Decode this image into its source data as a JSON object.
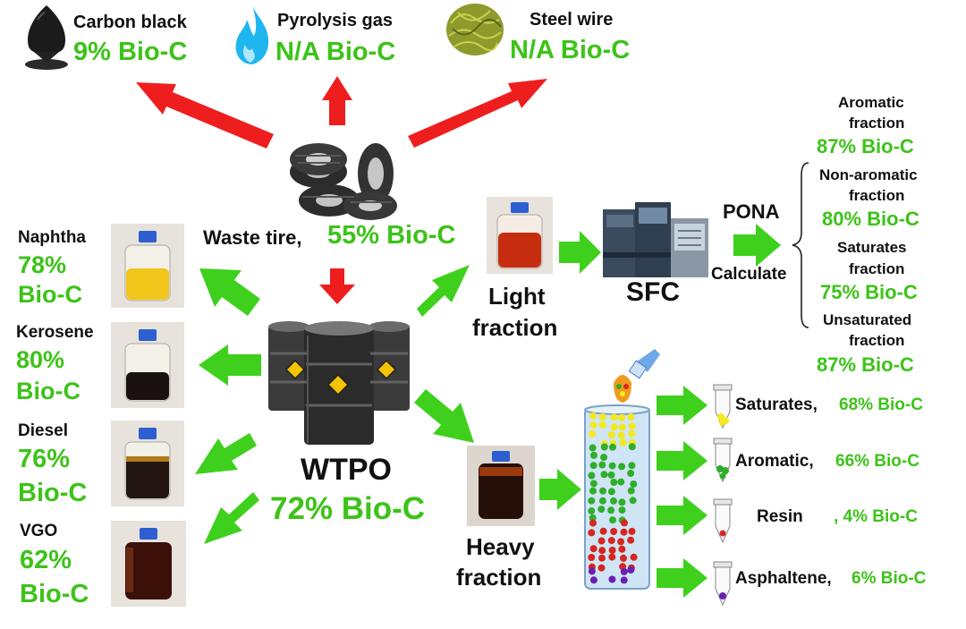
{
  "colors": {
    "bio_green": "#3cc318",
    "arrow_red": "#ee1e1e",
    "arrow_green": "#3ed01c",
    "text_black": "#111111",
    "column_fill": "#cfe4f4",
    "bead_yellow": "#f2ea1e",
    "bead_green": "#2fae2a",
    "bead_red": "#d6261f",
    "bead_purple": "#6a1fb3"
  },
  "icons": [
    "carbon-black-powder-icon",
    "flame-icon",
    "steel-wire-icon",
    "tire-stack-icon",
    "oil-barrels-icon",
    "hazard-diamond-icon",
    "sample-bottle-icon",
    "sfc-instrument-icon",
    "chromatography-column-icon",
    "dropper-icon",
    "sample-tube-icon"
  ],
  "top_products": [
    {
      "name": "Carbon black",
      "bio": "9% Bio-C"
    },
    {
      "name": "Pyrolysis gas",
      "bio": "N/A Bio-C"
    },
    {
      "name": "Steel wire",
      "bio": "N/A Bio-C"
    }
  ],
  "waste_tire": {
    "label": "Waste tire,",
    "bio": "55% Bio-C"
  },
  "wtpo": {
    "label": "WTPO",
    "bio": "72% Bio-C"
  },
  "distillates": [
    {
      "name": "Naphtha",
      "bio_line1": "78%",
      "bio_line2": "Bio-C"
    },
    {
      "name": "Kerosene",
      "bio_line1": "80%",
      "bio_line2": "Bio-C"
    },
    {
      "name": "Diesel",
      "bio_line1": "76%",
      "bio_line2": "Bio-C"
    },
    {
      "name": "VGO",
      "bio_line1": "62%",
      "bio_line2": "Bio-C"
    }
  ],
  "light_fraction": {
    "line1": "Light",
    "line2": "fraction"
  },
  "heavy_fraction": {
    "line1": "Heavy",
    "line2": "fraction"
  },
  "sfc": {
    "label": "SFC",
    "pona": "PONA",
    "calculate": "Calculate"
  },
  "pona_fractions": [
    {
      "line1": "Aromatic",
      "line2": "fraction",
      "bio": "87% Bio-C"
    },
    {
      "line1": "Non-aromatic",
      "line2": "fraction",
      "bio": "80% Bio-C"
    },
    {
      "line1": "Saturates",
      "line2": "fraction",
      "bio": "75% Bio-C"
    },
    {
      "line1": "Unsaturated",
      "line2": "fraction",
      "bio": "87% Bio-C"
    }
  ],
  "sara": [
    {
      "name": "Saturates,",
      "bio": "68% Bio-C"
    },
    {
      "name": "Aromatic,",
      "bio": "66% Bio-C"
    },
    {
      "name": "Resin",
      "bio": ", 4% Bio-C"
    },
    {
      "name": "Asphaltene,",
      "bio": "6% Bio-C"
    }
  ]
}
